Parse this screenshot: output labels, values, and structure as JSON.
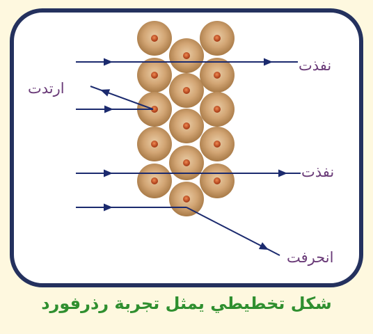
{
  "labels": {
    "transmitted_top": "نفذت",
    "reflected": "ارتدت",
    "transmitted_bottom": "نفذت",
    "deflected": "انحرفت"
  },
  "caption": "شكل تخطيطي يمثل تجربة رذرفورد",
  "colors": {
    "background": "#fef8df",
    "frame_border": "#24315e",
    "frame_fill": "#ffffff",
    "atom_outer": "#c69660",
    "nucleus": "#c1401a",
    "ray": "#1b2a6e",
    "label_text": "#6a3b78",
    "caption_text": "#2f8f2f"
  }
}
